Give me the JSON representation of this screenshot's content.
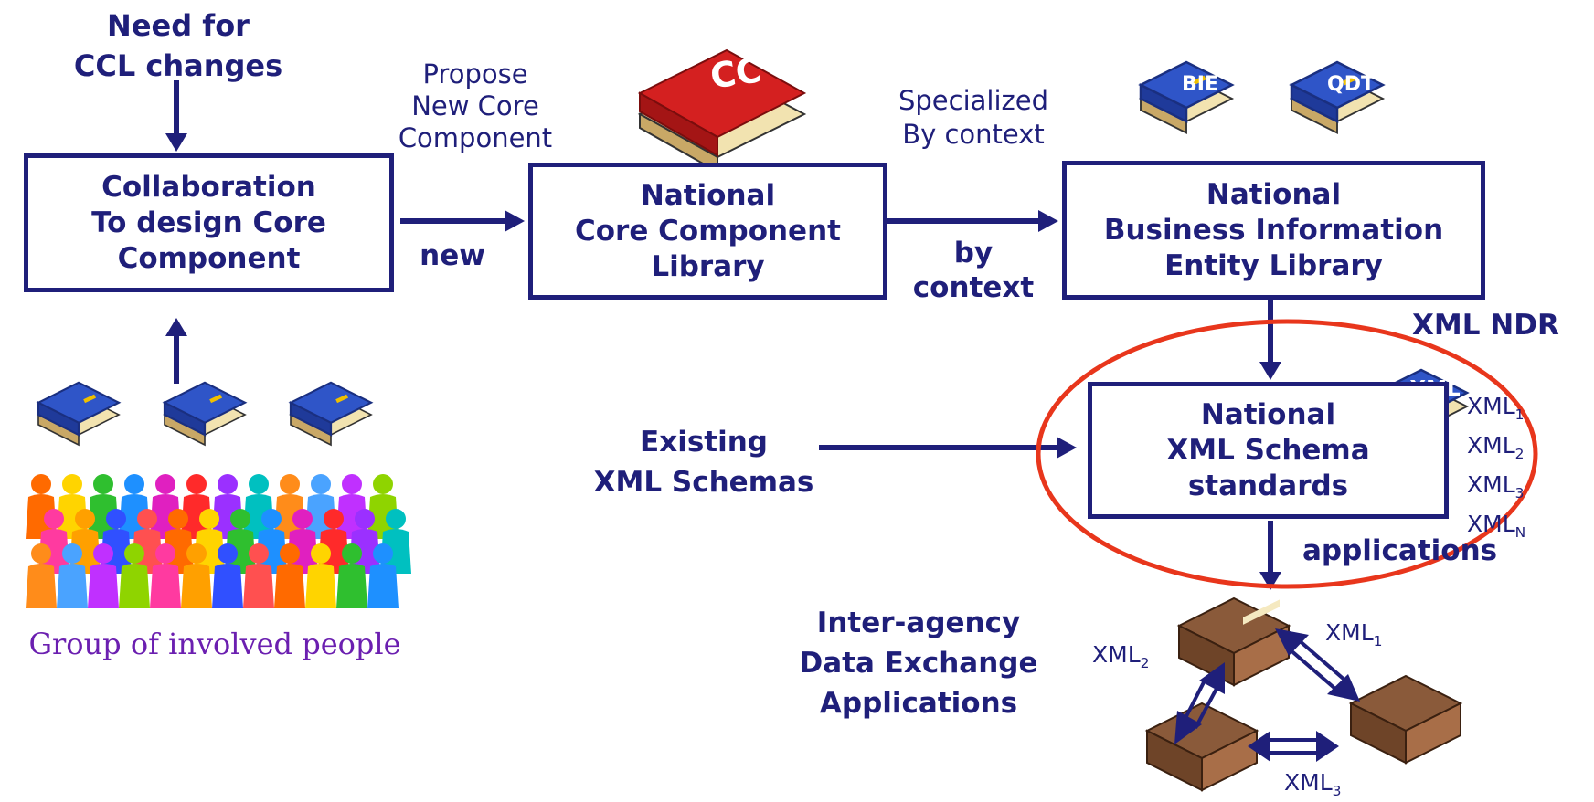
{
  "need_ccl": {
    "line1": "Need for",
    "line2": "CCL changes"
  },
  "collab_box": {
    "line1": "Collaboration",
    "line2": "To design Core",
    "line3": "Component"
  },
  "propose": {
    "line1": "Propose",
    "line2": "New Core",
    "line3": "Component"
  },
  "new_label": "new",
  "ncc_box": {
    "line1": "National",
    "line2": "Core Component",
    "line3": "Library"
  },
  "cc_book_label": "CC",
  "specialized": {
    "line1": "Specialized",
    "line2": "By context"
  },
  "by_context": {
    "line1": "by",
    "line2": "context"
  },
  "nbie_box": {
    "line1": "National",
    "line2": "Business Information",
    "line3": "Entity Library"
  },
  "bie_book_label": "BIE",
  "qdt_book_label": "QDT",
  "xml_ndr": "XML NDR",
  "xml_box": {
    "line1": "National",
    "line2": "XML Schema",
    "line3": "standards"
  },
  "xml_book_label": "XML",
  "xml_list": [
    {
      "base": "XML",
      "sub": "1"
    },
    {
      "base": "XML",
      "sub": "2"
    },
    {
      "base": "XML",
      "sub": "3"
    },
    {
      "base": "XML",
      "sub": "N"
    }
  ],
  "existing": {
    "line1": "Existing",
    "line2": "XML Schemas"
  },
  "applications": "applications",
  "interagency": {
    "line1": "Inter-agency",
    "line2": "Data Exchange",
    "line3": "Applications"
  },
  "exchange_labels": [
    {
      "base": "XML",
      "sub": "1"
    },
    {
      "base": "XML",
      "sub": "2"
    },
    {
      "base": "XML",
      "sub": "3"
    }
  ],
  "people_caption": "Group of involved people",
  "colors": {
    "navy": "#1f1f7a",
    "ellipse": "#e8361c",
    "book_blue": "#2f55c8",
    "book_red": "#d42020",
    "caption": "#6b1fb0"
  }
}
